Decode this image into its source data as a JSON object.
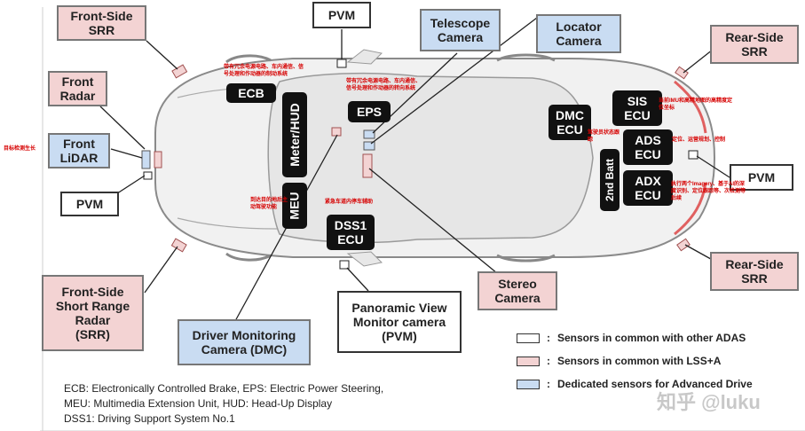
{
  "labels": {
    "front_side_srr": "Front-Side\nSRR",
    "front_radar": "Front\nRadar",
    "front_lidar": "Front\nLiDAR",
    "pvm_left": "PVM",
    "front_side_short_range": "Front-Side\nShort Range\nRadar\n(SRR)",
    "driver_monitoring": "Driver Monitoring\nCamera (DMC)",
    "pvm_top": "PVM",
    "telescope_camera": "Telescope\nCamera",
    "locator_camera": "Locator\nCamera",
    "rear_side_srr_top": "Rear-Side\nSRR",
    "pvm_right": "PVM",
    "rear_side_srr_bottom": "Rear-Side\nSRR",
    "stereo_camera": "Stereo\nCamera",
    "panoramic": "Panoramic View\nMonitor camera\n(PVM)"
  },
  "ecus": {
    "ecb": "ECB",
    "eps": "EPS",
    "meter_hud": "Meter/HUD",
    "meu": "MEU",
    "dss1": "DSS1\nECU",
    "dmc": "DMC\nECU",
    "sis": "SIS\nECU",
    "ads": "ADS\nECU",
    "adx": "ADX\nECU",
    "batt": "2nd Batt"
  },
  "notes": {
    "lidar": "目标检测生长",
    "ecb": "带有冗余电源电路、车内通信、信号处理和作动器的制动系统",
    "eps": "带有冗余电源电路、车内通信、信号处理和作动器的转向系统",
    "dmc": "驾驶员状态跟踪",
    "sis": "当前IMU和高精地图的高精度定位坐标",
    "ads": "定位、运营规划、控制",
    "adx": "执行两个Imagery、基于AI的深度识别、定位跟踪等、次检测等后续",
    "meu": "到达目的地后主动驾驶功能",
    "dss1": "紧急车道内停车辅助"
  },
  "legend": [
    {
      "color": "#ffffff",
      "text": "Sensors in common with other ADAS"
    },
    {
      "color": "#f3d3d3",
      "text": "Sensors in common with LSS+A"
    },
    {
      "color": "#c9dcf2",
      "text": "Dedicated sensors for Advanced Drive"
    }
  ],
  "abbreviations": [
    "ECB: Electronically Controlled Brake,  EPS: Electric Power Steering,",
    "MEU: Multimedia Extension Unit,  HUD: Head-Up Display",
    "DSS1: Driving Support System No.1"
  ],
  "watermark": "知乎 @luku",
  "colors": {
    "pink": "#f3d3d3",
    "blue": "#c9dcf2",
    "ecu": "#111111",
    "note_red": "#d60000"
  }
}
